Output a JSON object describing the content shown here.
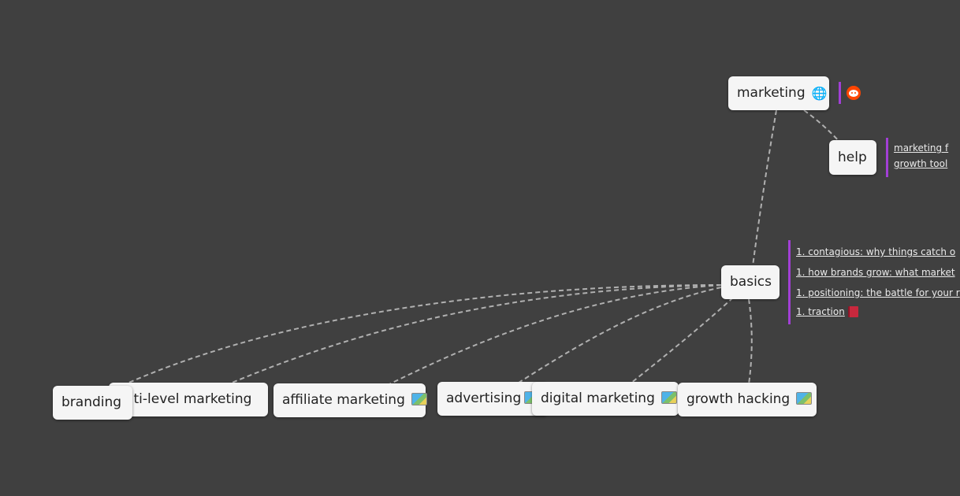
{
  "nodes": {
    "marketing": {
      "label": "marketing",
      "icon": "globe-icon",
      "emoji": "🌐"
    },
    "help": {
      "label": "help"
    },
    "basics": {
      "label": "basics"
    },
    "branding": {
      "label": "branding"
    },
    "multi_level_marketing": {
      "label": "ulti-level marketing"
    },
    "affiliate_marketing": {
      "label": "affiliate marketing",
      "icon": "map-icon"
    },
    "advertising": {
      "label": "advertising",
      "icon": "map-icon"
    },
    "digital_marketing": {
      "label": "digital marketing",
      "icon": "map-icon"
    },
    "growth_hacking": {
      "label": "growth hacking",
      "icon": "map-icon"
    }
  },
  "notes": {
    "marketing_note": {
      "icon": "reddit-icon"
    },
    "help_links": [
      "marketing f",
      "growth tool"
    ],
    "basics_links": [
      "1. contagious: why things catch o",
      "1. how brands grow: what market",
      "1. positioning: the battle for your r",
      "1. traction"
    ],
    "basics_last_icon": "red-book-icon"
  },
  "colors": {
    "background": "#404040",
    "node_fill": "#f5f5f5",
    "edge": "#b0b0b0",
    "note_bar": "#a23fd6"
  }
}
